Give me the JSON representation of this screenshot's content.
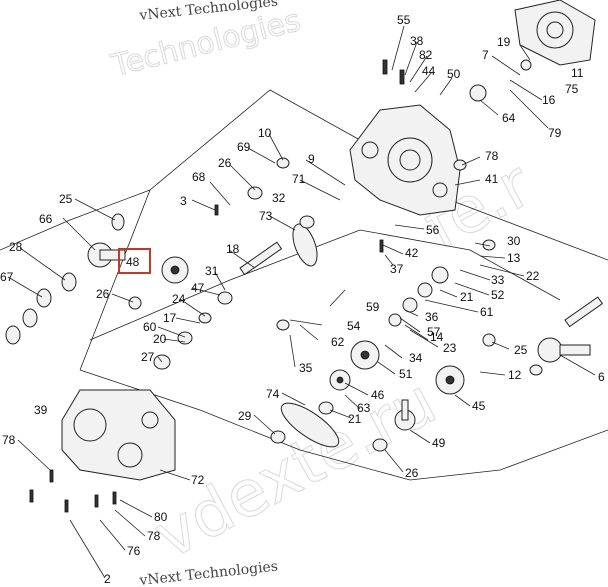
{
  "watermark": {
    "brand_top": "vNext Technologies",
    "brand_bottom": "vNext Technologies",
    "bg_word_1": "Technologies",
    "bg_word_2": "vdexte.ru",
    "bg_word_3": "fe.r"
  },
  "highlighted_callout": "48",
  "highlight_color": "#c0392b",
  "callouts": [
    "55",
    "38",
    "82",
    "44",
    "50",
    "19",
    "7",
    "11",
    "16",
    "75",
    "79",
    "64",
    "10",
    "69",
    "26",
    "78",
    "9",
    "71",
    "41",
    "3",
    "68",
    "73",
    "32",
    "56",
    "42",
    "37",
    "30",
    "13",
    "22",
    "33",
    "52",
    "25",
    "66",
    "28",
    "67",
    "18",
    "21",
    "61",
    "26",
    "47",
    "31",
    "24",
    "59",
    "17",
    "54",
    "36",
    "57",
    "60",
    "20",
    "27",
    "62",
    "14",
    "23",
    "34",
    "35",
    "51",
    "25",
    "12",
    "6",
    "63",
    "46",
    "45",
    "74",
    "21",
    "29",
    "39",
    "78",
    "72",
    "49",
    "80",
    "78",
    "26",
    "76",
    "2"
  ]
}
